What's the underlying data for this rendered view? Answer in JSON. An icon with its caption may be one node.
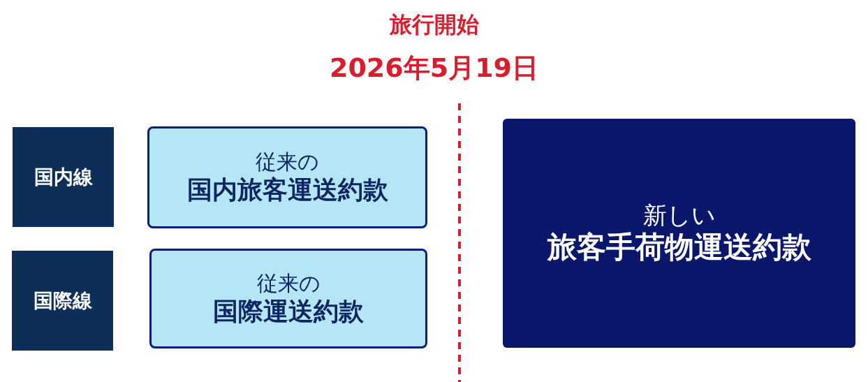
{
  "diagram": {
    "nodes": [
      {
        "text": [
          "国内線"
        ]
      },
      {
        "text": [
          "従来の",
          "国内旅客運送約款"
        ]
      },
      {
        "text": [
          "国際線"
        ]
      },
      {
        "text": [
          "従来の",
          "国際運送約款"
        ]
      },
      {
        "text": [
          "新しい",
          "旅客手荷物運送約款"
        ]
      }
    ],
    "labels": [
      "旅行開始",
      "2026年5月19日"
    ]
  }
}
